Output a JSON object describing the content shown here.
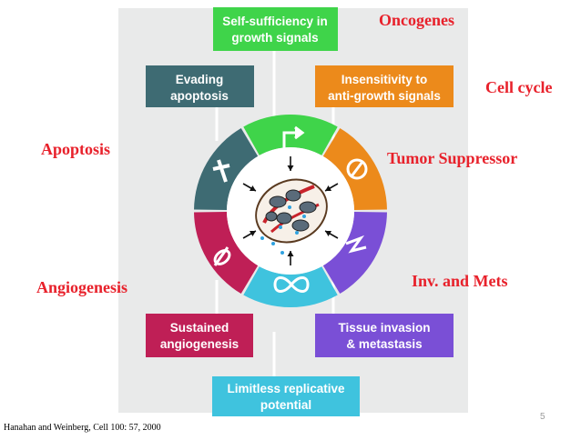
{
  "hallmarks": {
    "top": {
      "line1": "Self-sufficiency in",
      "line2": "growth signals",
      "color": "#3fd44a"
    },
    "upper_right": {
      "line1": "Insensitivity to",
      "line2": "anti-growth signals",
      "color": "#ec8a1b"
    },
    "lower_right": {
      "line1": "Tissue invasion",
      "line2": "& metastasis",
      "color": "#7a4fd6"
    },
    "bottom": {
      "line1": "Limitless replicative",
      "line2": "potential",
      "color": "#3fc3de"
    },
    "lower_left": {
      "line1": "Sustained",
      "line2": "angiogenesis",
      "color": "#bf1f56"
    },
    "upper_left": {
      "line1": "Evading",
      "line2": "apoptosis",
      "color": "#3e6b73"
    }
  },
  "annotations": {
    "oncogenes": "Oncogenes",
    "cell_cycle": "Cell cycle",
    "tumor_suppressor": "Tumor Suppressor",
    "apoptosis": "Apoptosis",
    "angiogenesis": "Angiogenesis",
    "inv_mets": "Inv. and Mets"
  },
  "citation": "Hanahan and Weinberg, Cell 100: 57, 2000",
  "page_number": "5",
  "colors": {
    "panel": "#e9eaea",
    "annotation_red": "#e8212b",
    "connector": "#ffffff"
  }
}
